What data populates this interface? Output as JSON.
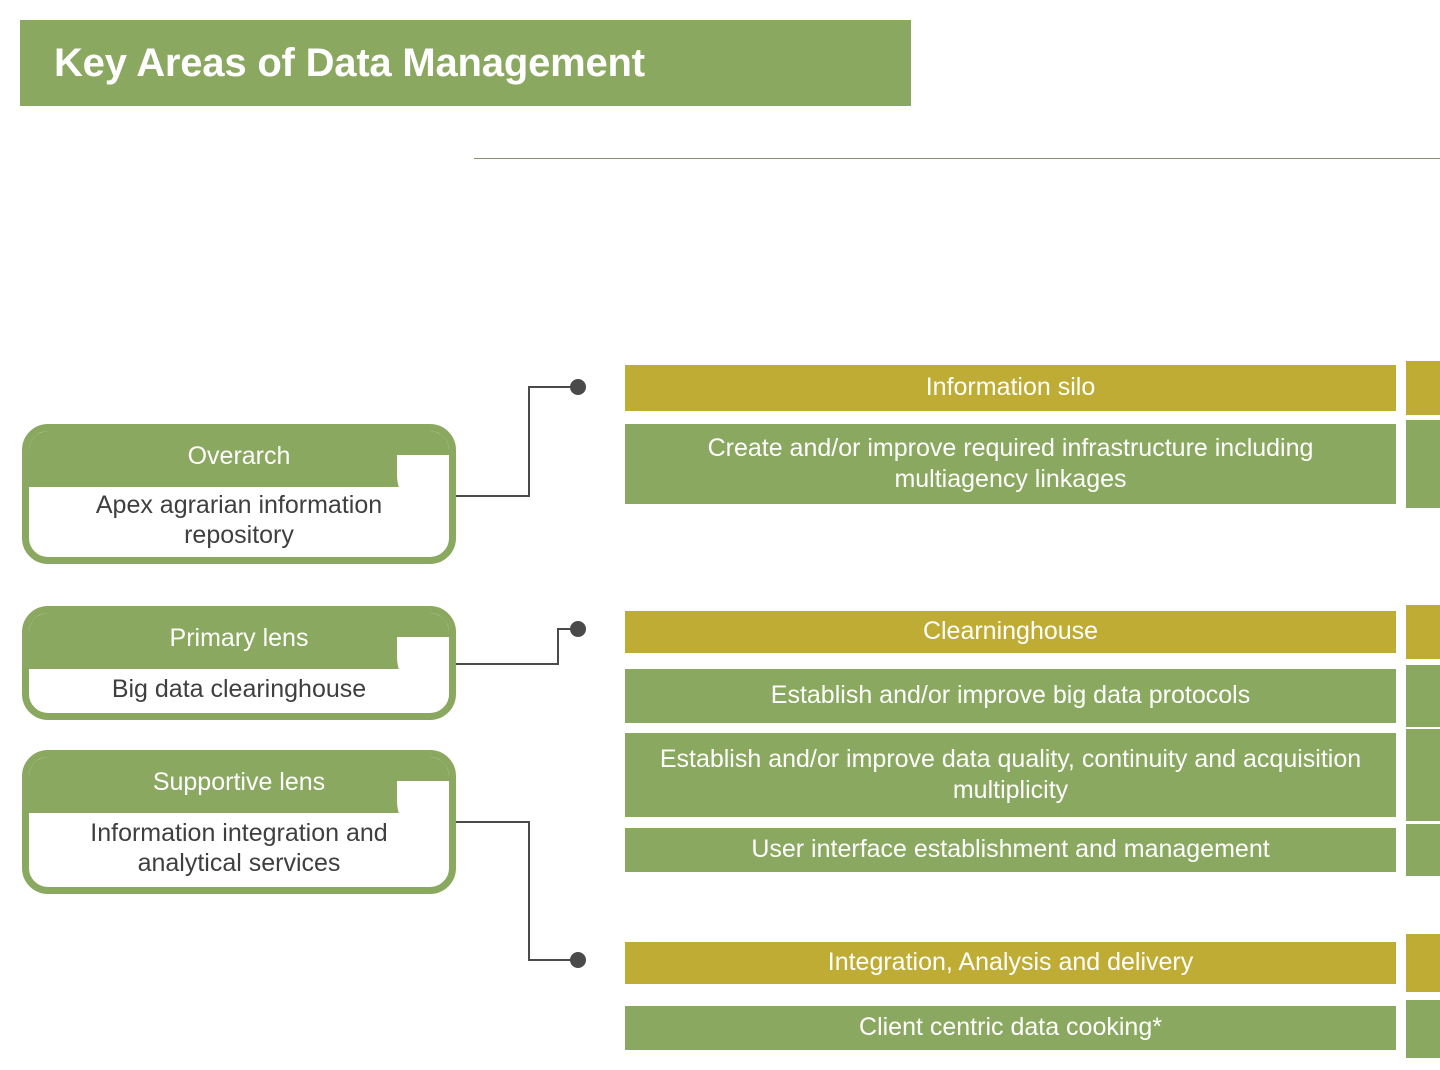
{
  "slide": {
    "title": "Key Areas of Data Management",
    "background_color": "#ffffff",
    "accent_green": "#8aa85f",
    "accent_gold": "#bfac34",
    "body_text_color": "#3f3f3f",
    "rule_color": "#8c8c77",
    "connector_color": "#4a4a4a"
  },
  "cards": [
    {
      "header": "Overarch",
      "body": "Apex agrarian information repository"
    },
    {
      "header": "Primary lens",
      "body": "Big data clearinghouse"
    },
    {
      "header": "Supportive lens",
      "body": "Information integration and analytical services"
    }
  ],
  "groups": [
    {
      "heading": "Information silo",
      "items": [
        "Create and/or improve required infrastructure including multiagency linkages"
      ]
    },
    {
      "heading": "Clearninghouse",
      "items": [
        "Establish and/or improve big data protocols",
        "Establish and/or improve data quality, continuity and acquisition multiplicity",
        "User interface establishment and management"
      ]
    },
    {
      "heading": "Integration, Analysis and delivery",
      "items": [
        "Client centric data cooking*"
      ]
    }
  ]
}
